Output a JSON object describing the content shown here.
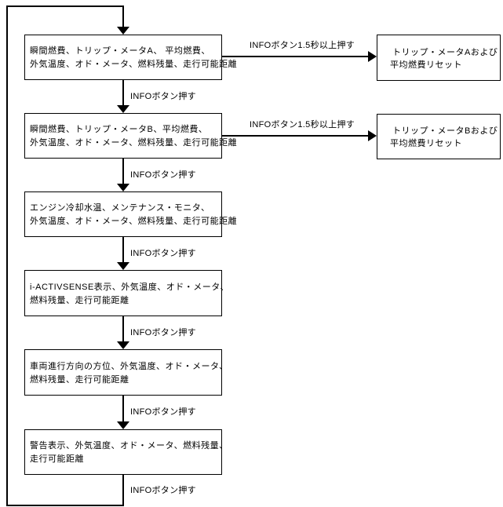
{
  "colors": {
    "background": "#ffffff",
    "line": "#000000",
    "text": "#000000"
  },
  "labels": {
    "press": "INFOボタン押す",
    "hold": "INFOボタン1.5秒以上押す"
  },
  "screens": [
    {
      "lines": [
        "瞬間燃費、トリップ・メータA、 平均燃費、",
        "外気温度、オド・メータ、燃料残量、走行可能距離"
      ]
    },
    {
      "lines": [
        "瞬間燃費、トリップ・メータB、平均燃費、",
        "外気温度、オド・メータ、燃料残量、走行可能距離"
      ]
    },
    {
      "lines": [
        "エンジン冷却水温、メンテナンス・モニタ、",
        "外気温度、オド・メータ、燃料残量、走行可能距離"
      ]
    },
    {
      "lines": [
        "i-ACTIVSENSE表示、外気温度、オド・メータ、",
        "燃料残量、走行可能距離"
      ]
    },
    {
      "lines": [
        "車両進行方向の方位、外気温度、オド・メータ、",
        "燃料残量、走行可能距離"
      ]
    },
    {
      "lines": [
        "警告表示、外気温度、オド・メータ、燃料残量、",
        "走行可能距離"
      ]
    }
  ],
  "resets": [
    {
      "lines": [
        "トリップ・メータAおよび",
        "平均燃費リセット"
      ]
    },
    {
      "lines": [
        "トリップ・メータBおよび",
        "平均燃費リセット"
      ]
    }
  ]
}
